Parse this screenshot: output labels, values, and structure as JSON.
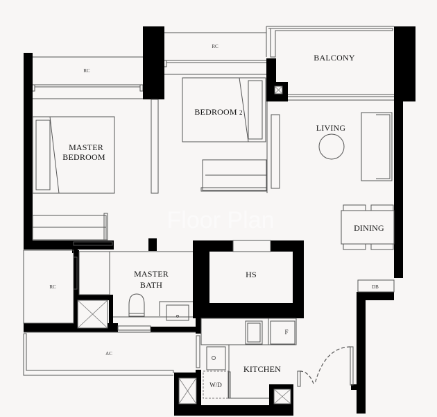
{
  "floor_plan": {
    "rooms": {
      "master_bedroom": {
        "line1": "MASTER",
        "line2": "BEDROOM"
      },
      "bedroom_2": {
        "label": "BEDROOM",
        "suffix": "2"
      },
      "balcony": {
        "label": "BALCONY"
      },
      "living": {
        "label": "LIVING"
      },
      "dining": {
        "label": "DINING"
      },
      "master_bath": {
        "line1": "MASTER",
        "line2": "BATH"
      },
      "hs": {
        "label": "HS"
      },
      "kitchen": {
        "label": "KITCHEN"
      }
    },
    "utility_labels": {
      "rc_top_left": "RC",
      "rc_top_middle": "RC",
      "rc_left": "RC",
      "ac": "AC",
      "db": "DB",
      "fridge": "F",
      "washer_dryer": "W/D"
    },
    "watermark": "Floor Plan",
    "colors": {
      "background": "#f8f6f5",
      "wall": "#000000",
      "line": "#555555"
    }
  }
}
